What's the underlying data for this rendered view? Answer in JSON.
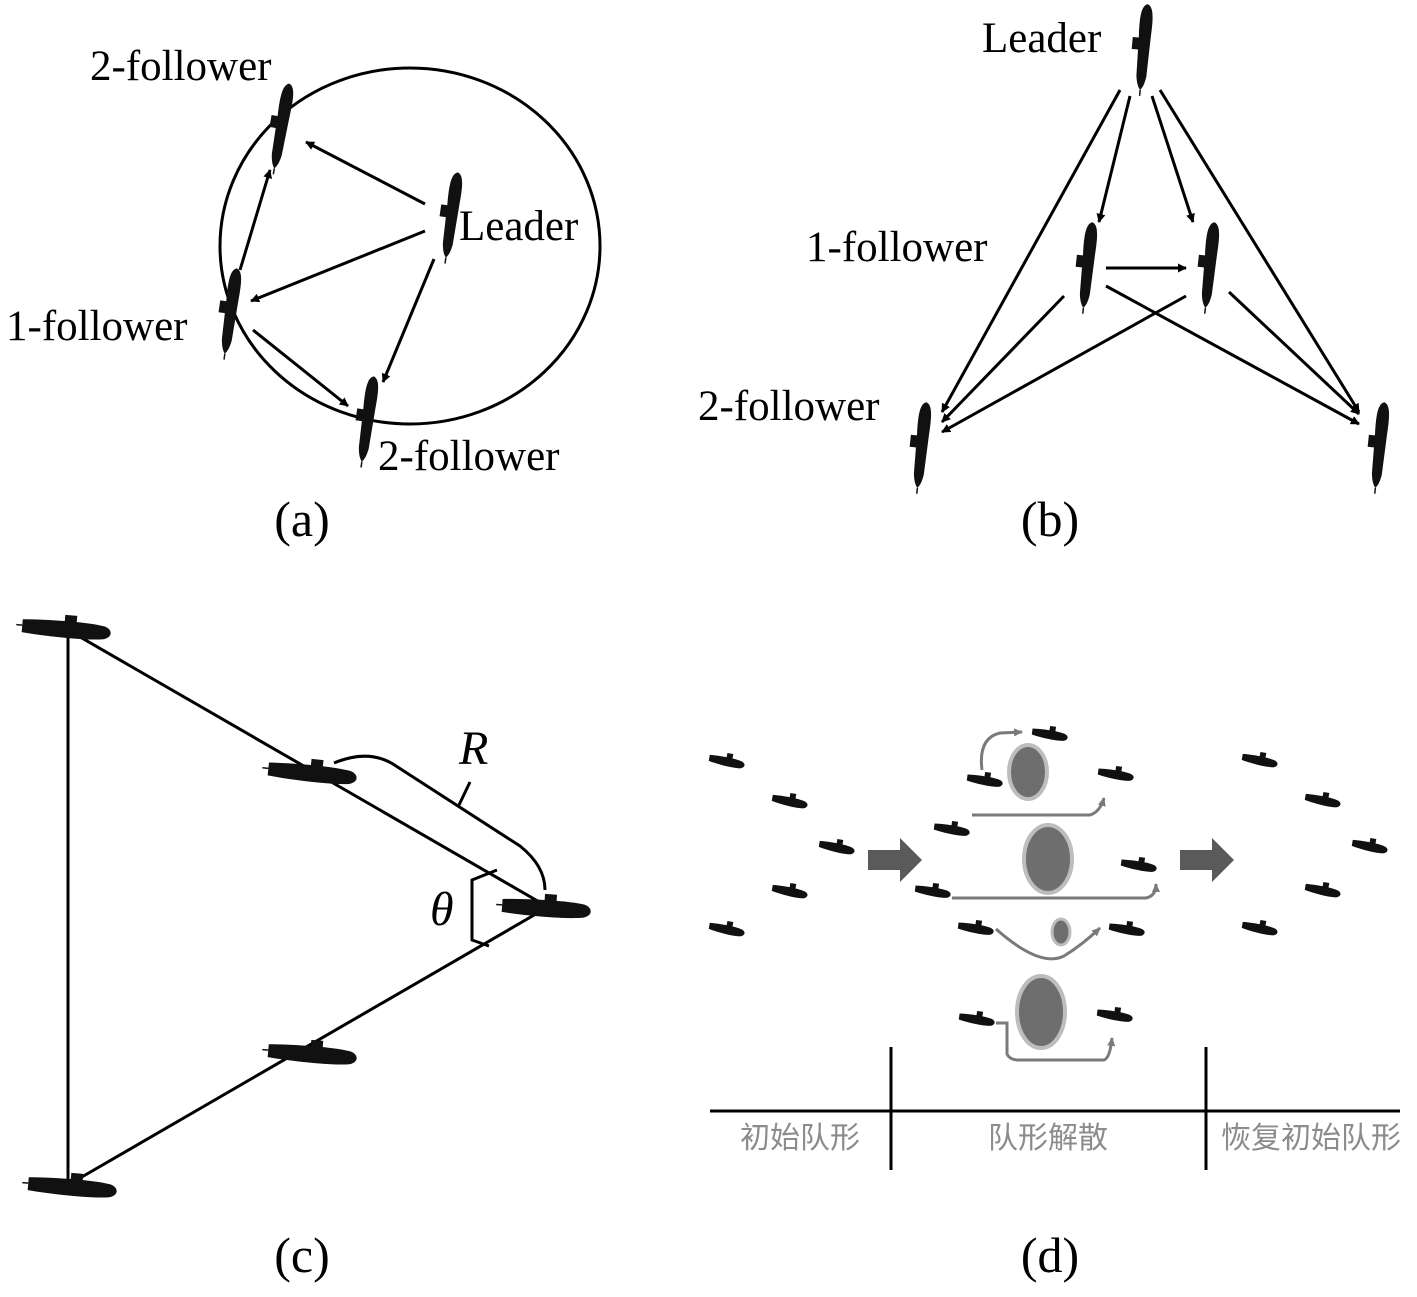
{
  "panel_a": {
    "caption": "(a)",
    "leader": "Leader",
    "follower_top": "2-follower",
    "follower_left": "1-follower",
    "follower_bottom": "2-follower"
  },
  "panel_b": {
    "caption": "(b)",
    "leader": "Leader",
    "follower_1": "1-follower",
    "follower_2": "2-follower"
  },
  "panel_c": {
    "caption": "(c)",
    "symbol_R": "R",
    "symbol_theta": "θ"
  },
  "panel_d": {
    "caption": "(d)",
    "phase_1": "初始队形",
    "phase_2": "队形解散",
    "phase_3": "恢复初始队形"
  },
  "colors": {
    "vehicle": "#111111",
    "obstacle_fill": "#6e6e6e",
    "obstacle_ring": "#bdbdbd",
    "path": "#7a7a7a",
    "phase_text": "#8c8c8c"
  }
}
